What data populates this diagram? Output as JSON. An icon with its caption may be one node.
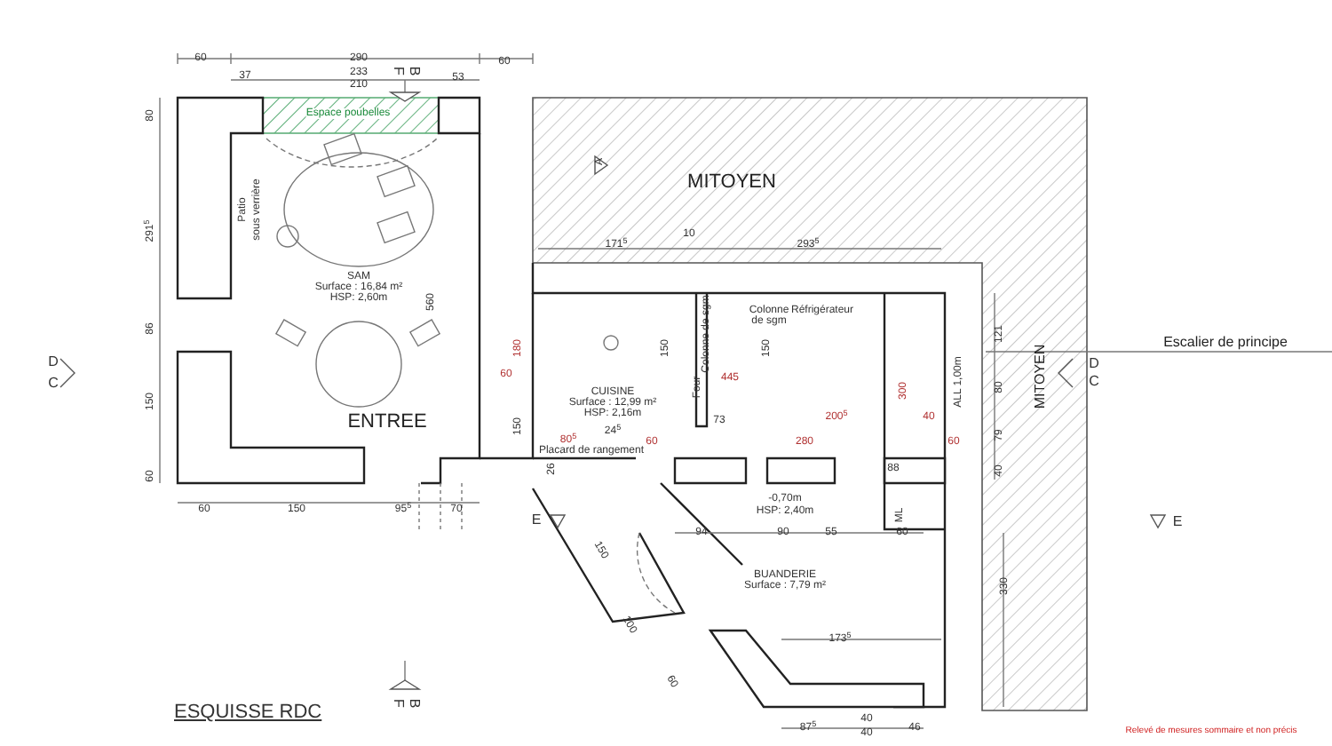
{
  "diagram": {
    "title": "ESQUISSE RDC",
    "labels": [
      "F",
      "B",
      "60",
      "290",
      "60",
      "37",
      "233",
      "210",
      "53",
      "80",
      "Espace poubelles",
      "291$^{5}$",
      "Patio",
      "sous verrière",
      "SAM",
      "Surface : 16,84 m²",
      "HSP: 2,60m",
      "MITOYEN",
      "A",
      "171$^{5}$",
      "10",
      "293$^{5}$",
      "560",
      "86",
      "D",
      "C",
      "Colonne de sgm",
      "Colonne de sgm",
      "Réfrigérateur",
      "180",
      "150",
      "150",
      "121",
      "Escalier de principe",
      "D",
      "C",
      "MITOYEN",
      "60",
      "Four",
      "445",
      "CUISINE",
      "Surface : 12,99 m²",
      "HSP: 2,16m",
      "300",
      "ALL 1,00m",
      "80",
      "ENTREE",
      "150",
      "150",
      "73",
      "200$^{5}$",
      "40",
      "80$^{5}$",
      "24$^{5}$",
      "60",
      "280",
      "60",
      "79",
      "Placard de rangement",
      "60",
      "26",
      "88",
      "40",
      "60",
      "150",
      "95$^{5}$",
      "70",
      "E",
      "-0,70m",
      "HSP: 2,40m",
      "ML",
      "E",
      "94",
      "90",
      "55",
      "60",
      "150",
      "BUANDERIE",
      "Surface : 7,79 m²",
      "330",
      "100",
      "60",
      "173$^{5}$",
      "F",
      "B",
      "87$^{5}$",
      "40",
      "40",
      "46",
      "Relevé de mesures sommaire et non précis"
    ]
  }
}
